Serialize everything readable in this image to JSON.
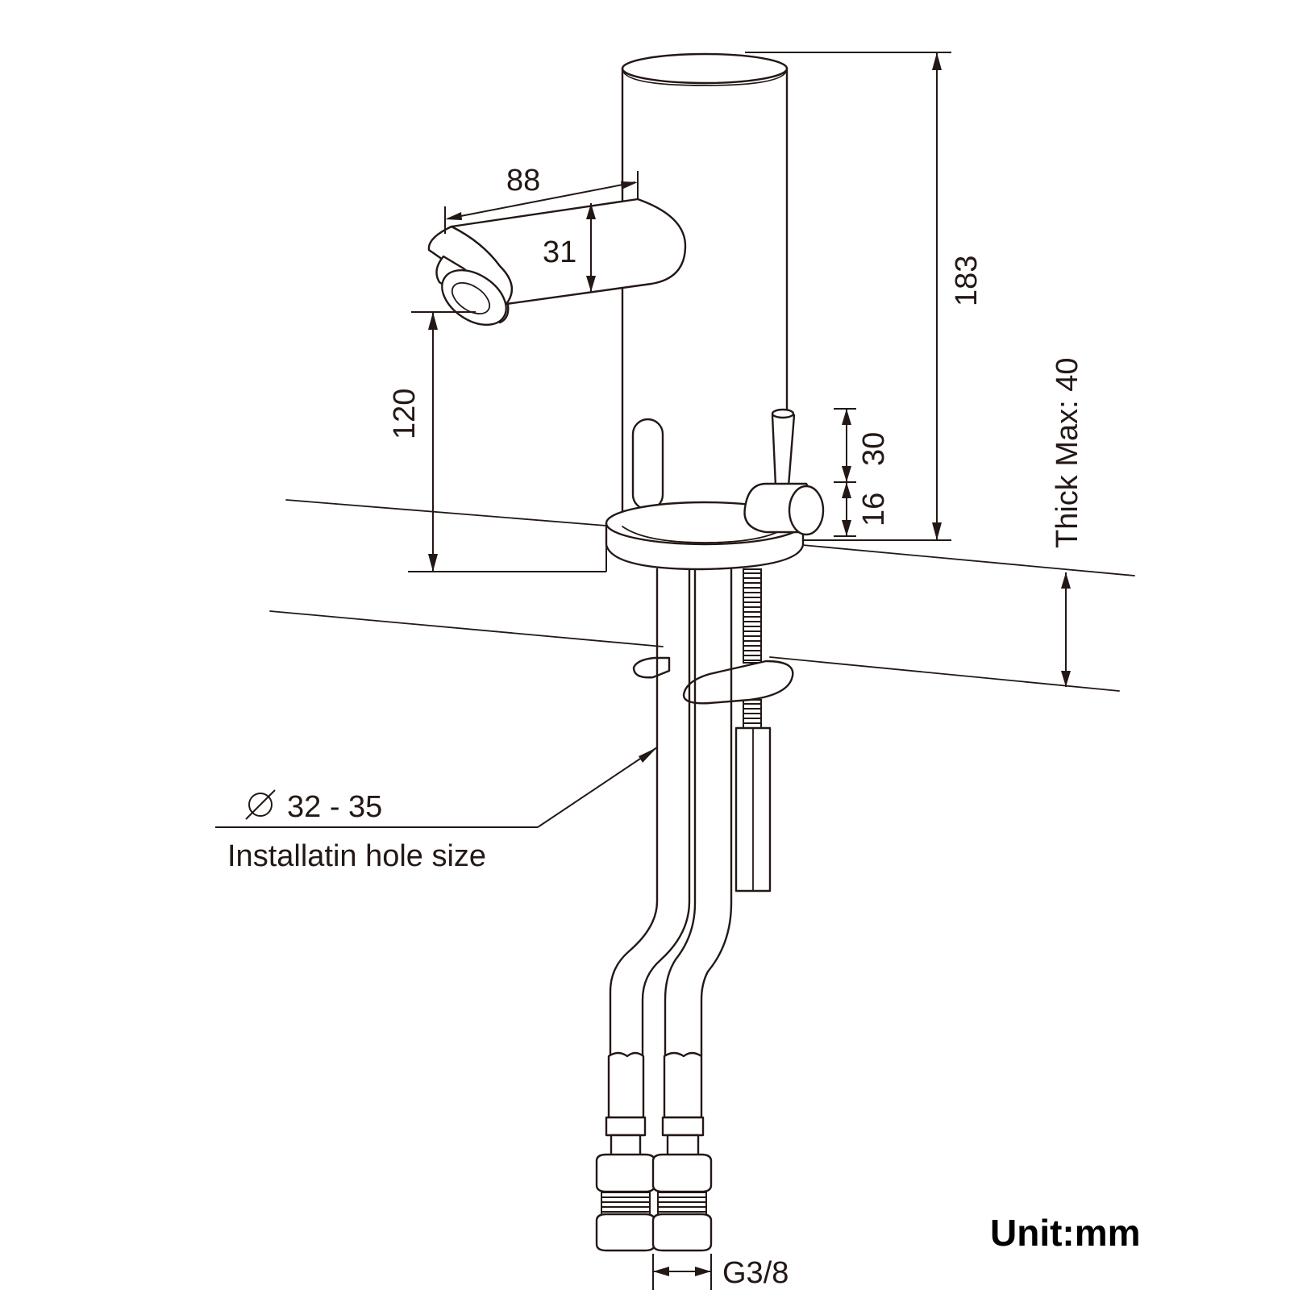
{
  "dimensions": {
    "spout_length": "88",
    "spout_height": "31",
    "total_height": "183",
    "spout_clearance": "120",
    "lever_height": "30",
    "lever_base": "16",
    "thickness_max": "Thick Max: 40",
    "hole_diameter": "32 - 35",
    "thread_size": "G3/8"
  },
  "labels": {
    "hole_caption": "Installatin hole size",
    "unit": "Unit:mm"
  },
  "icons": {
    "diameter_symbol": "diameter-icon"
  }
}
